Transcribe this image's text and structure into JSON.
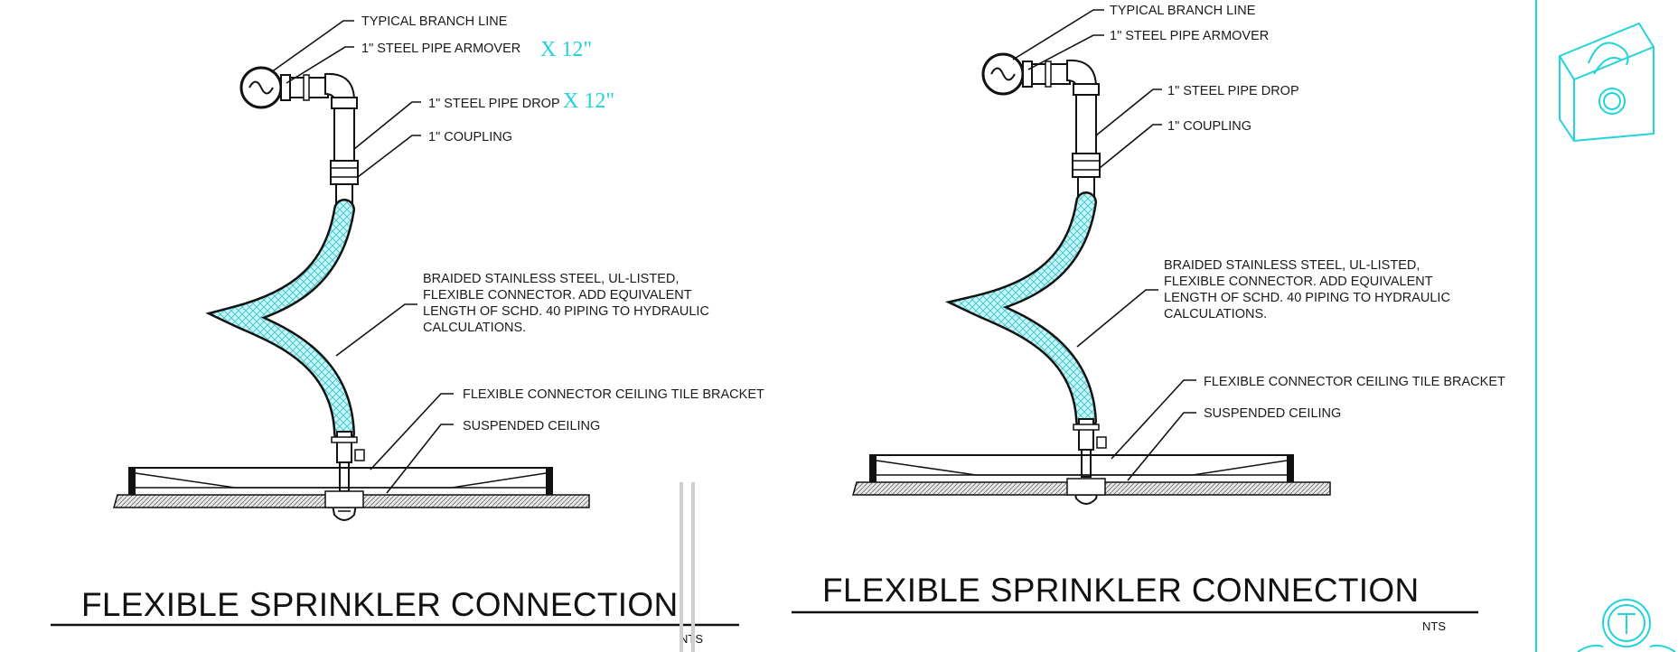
{
  "details": [
    {
      "id": "left",
      "labels": {
        "branch_line": "TYPICAL BRANCH LINE",
        "armover": "1\" STEEL PIPE ARMOVER",
        "drop": "1\" STEEL PIPE DROP",
        "coupling": "1\" COUPLING",
        "connector_note": [
          "BRAIDED STAINLESS STEEL, UL-LISTED,",
          "FLEXIBLE CONNECTOR.  ADD EQUIVALENT",
          "LENGTH OF SCHD. 40 PIPING TO HYDRAULIC",
          "CALCULATIONS."
        ],
        "bracket": "FLEXIBLE CONNECTOR CEILING TILE BRACKET",
        "ceiling": "SUSPENDED CEILING"
      },
      "markups": {
        "armover_length": "X 12\"",
        "drop_length": "X 12\""
      },
      "title": "FLEXIBLE SPRINKLER CONNECTION",
      "scale": "NTS"
    },
    {
      "id": "right",
      "labels": {
        "branch_line": "TYPICAL BRANCH LINE",
        "armover": "1\" STEEL PIPE ARMOVER",
        "drop": "1\" STEEL PIPE DROP",
        "coupling": "1\" COUPLING",
        "connector_note": [
          "BRAIDED STAINLESS STEEL, UL-LISTED,",
          "FLEXIBLE CONNECTOR.  ADD EQUIVALENT",
          "LENGTH OF SCHD. 40 PIPING TO HYDRAULIC",
          "CALCULATIONS."
        ],
        "bracket": "FLEXIBLE CONNECTOR CEILING TILE BRACKET",
        "ceiling": "SUSPENDED CEILING"
      },
      "title": "FLEXIBLE SPRINKLER CONNECTION",
      "scale": "NTS"
    }
  ],
  "colors": {
    "markup": "#22d3dc",
    "hose_fill": "#bdeff0",
    "line": "#111111"
  },
  "icons": [
    "hand-bag-icon",
    "circled-t-logo-icon"
  ]
}
